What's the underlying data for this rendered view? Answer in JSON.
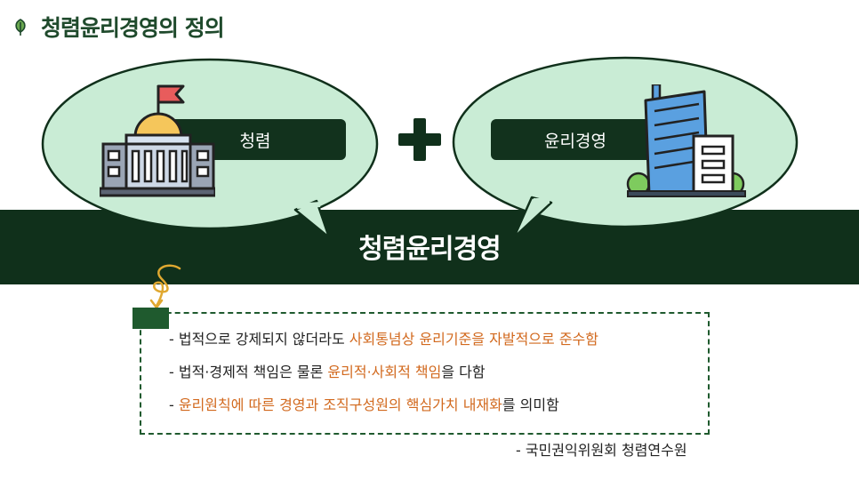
{
  "title": "청렴윤리경영의 정의",
  "left_label": "청렴",
  "right_label": "윤리경영",
  "band_label": "청렴윤리경영",
  "items": [
    {
      "prefix": "- 법적으로 강제되지 않더라도 ",
      "highlight": "사회통념상 윤리기준을 자발적으로 준수함",
      "suffix": ""
    },
    {
      "prefix": "- 법적·경제적 책임은 물론 ",
      "highlight": "윤리적·사회적 책임",
      "suffix": "을 다함"
    },
    {
      "prefix": "- ",
      "highlight": "윤리원칙에 따른 경영과 조직구성원의 핵심가치 내재화",
      "suffix": "를 의미함"
    }
  ],
  "source": "- 국민권익위원회 청렴연수원",
  "colors": {
    "dark_green": "#10301b",
    "bubble": "#c9ecd5",
    "highlight": "#d2691e"
  },
  "icons": [
    "leaf-icon",
    "government-building-icon",
    "plus-icon",
    "office-building-icon",
    "swirl-arrow-icon"
  ]
}
